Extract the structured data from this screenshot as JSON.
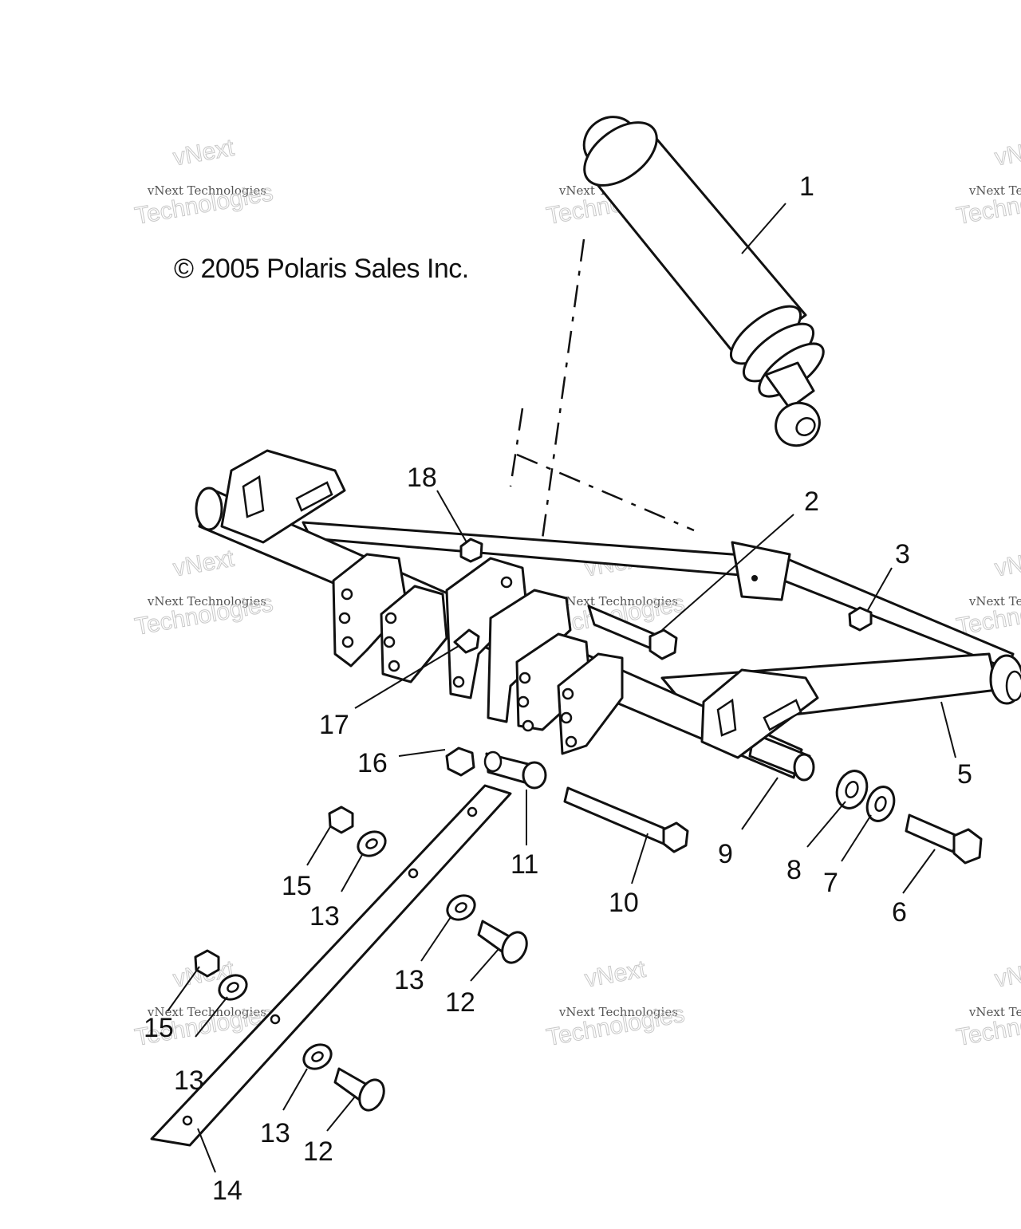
{
  "copyright": "© 2005 Polaris Sales Inc.",
  "watermark": {
    "line1": "vNext Technologies",
    "line2": "Technologies",
    "big": "vNext"
  },
  "callouts": [
    {
      "id": "1",
      "label": "1"
    },
    {
      "id": "2",
      "label": "2"
    },
    {
      "id": "3",
      "label": "3"
    },
    {
      "id": "5",
      "label": "5"
    },
    {
      "id": "6",
      "label": "6"
    },
    {
      "id": "7",
      "label": "7"
    },
    {
      "id": "8",
      "label": "8"
    },
    {
      "id": "9",
      "label": "9"
    },
    {
      "id": "10",
      "label": "10"
    },
    {
      "id": "11",
      "label": "11"
    },
    {
      "id": "12a",
      "label": "12"
    },
    {
      "id": "12b",
      "label": "12"
    },
    {
      "id": "13a",
      "label": "13"
    },
    {
      "id": "13b",
      "label": "13"
    },
    {
      "id": "13c",
      "label": "13"
    },
    {
      "id": "13d",
      "label": "13"
    },
    {
      "id": "14",
      "label": "14"
    },
    {
      "id": "15a",
      "label": "15"
    },
    {
      "id": "15b",
      "label": "15"
    },
    {
      "id": "16",
      "label": "16"
    },
    {
      "id": "17",
      "label": "17"
    },
    {
      "id": "18",
      "label": "18"
    }
  ]
}
